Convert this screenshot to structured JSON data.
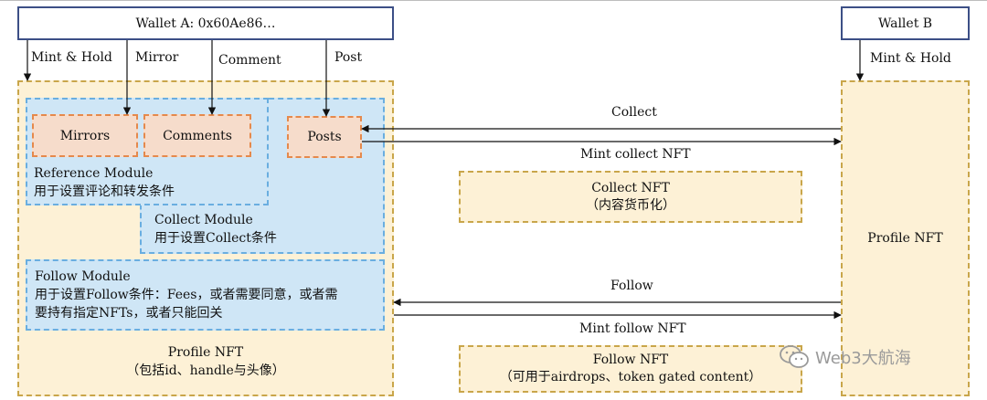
{
  "wallet_a": {
    "label": "Wallet A: 0x60Ae86…"
  },
  "wallet_b": {
    "label": "Wallet B"
  },
  "edges_a": {
    "mint_hold": "Mint & Hold",
    "mirror": "Mirror",
    "comment": "Comment",
    "post": "Post"
  },
  "edges_b": {
    "mint_hold": "Mint & Hold"
  },
  "profile_a": {
    "mirrors": "Mirrors",
    "comments": "Comments",
    "posts": "Posts",
    "reference_module": {
      "title": "Reference Module",
      "desc": "用于设置评论和转发条件"
    },
    "collect_module": {
      "title": "Collect Module",
      "desc": "用于设置Collect条件"
    },
    "follow_module": {
      "title": "Follow Module",
      "desc_line1": "用于设置Follow条件：Fees，或者需要同意，或者需",
      "desc_line2": "要持有指定NFTs，或者只能回关"
    },
    "title": "Profile NFT",
    "subtitle": "（包括id、handle与头像）"
  },
  "profile_b": {
    "title": "Profile NFT"
  },
  "flows": {
    "collect": "Collect",
    "mint_collect": "Mint collect NFT",
    "follow": "Follow",
    "mint_follow": "Mint follow NFT"
  },
  "collect_nft": {
    "title": "Collect NFT",
    "subtitle": "（内容货币化）"
  },
  "follow_nft": {
    "title": "Follow NFT",
    "subtitle": "（可用于airdrops、token gated content）"
  },
  "watermark": {
    "text": "Web3大航海",
    "icon": "wechat-icon"
  },
  "colors": {
    "dark_border": "#3c4f86",
    "yellow_fill": "#fdf1d6",
    "yellow_border": "#c9a64a",
    "blue_fill": "#cfe6f6",
    "blue_border": "#6aaee0",
    "salmon_fill": "#f6dccb",
    "salmon_border": "#e5894c"
  }
}
